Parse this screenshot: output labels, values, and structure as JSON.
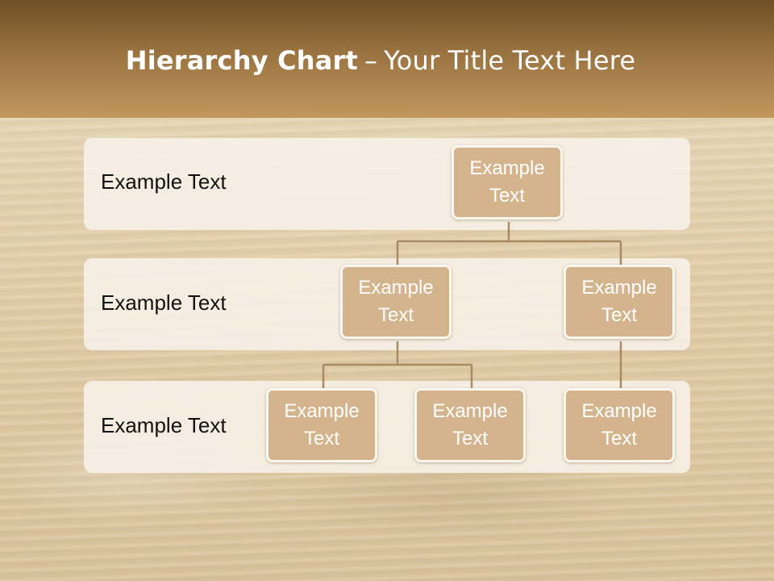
{
  "title": {
    "bold": "Hierarchy Chart",
    "separator": "–",
    "rest": "Your Title Text Here"
  },
  "levels": [
    {
      "label": "Example Text"
    },
    {
      "label": "Example Text"
    },
    {
      "label": "Example Text"
    }
  ],
  "nodes": {
    "root": "Example Text",
    "l2_left": "Example Text",
    "l2_right": "Example Text",
    "l3_a": "Example Text",
    "l3_b": "Example Text",
    "l3_c": "Example Text"
  },
  "colors": {
    "node_fill": "#d3b48c",
    "node_border": "#fbf6ee",
    "connector": "#a88a63",
    "header": "#9a7340"
  }
}
